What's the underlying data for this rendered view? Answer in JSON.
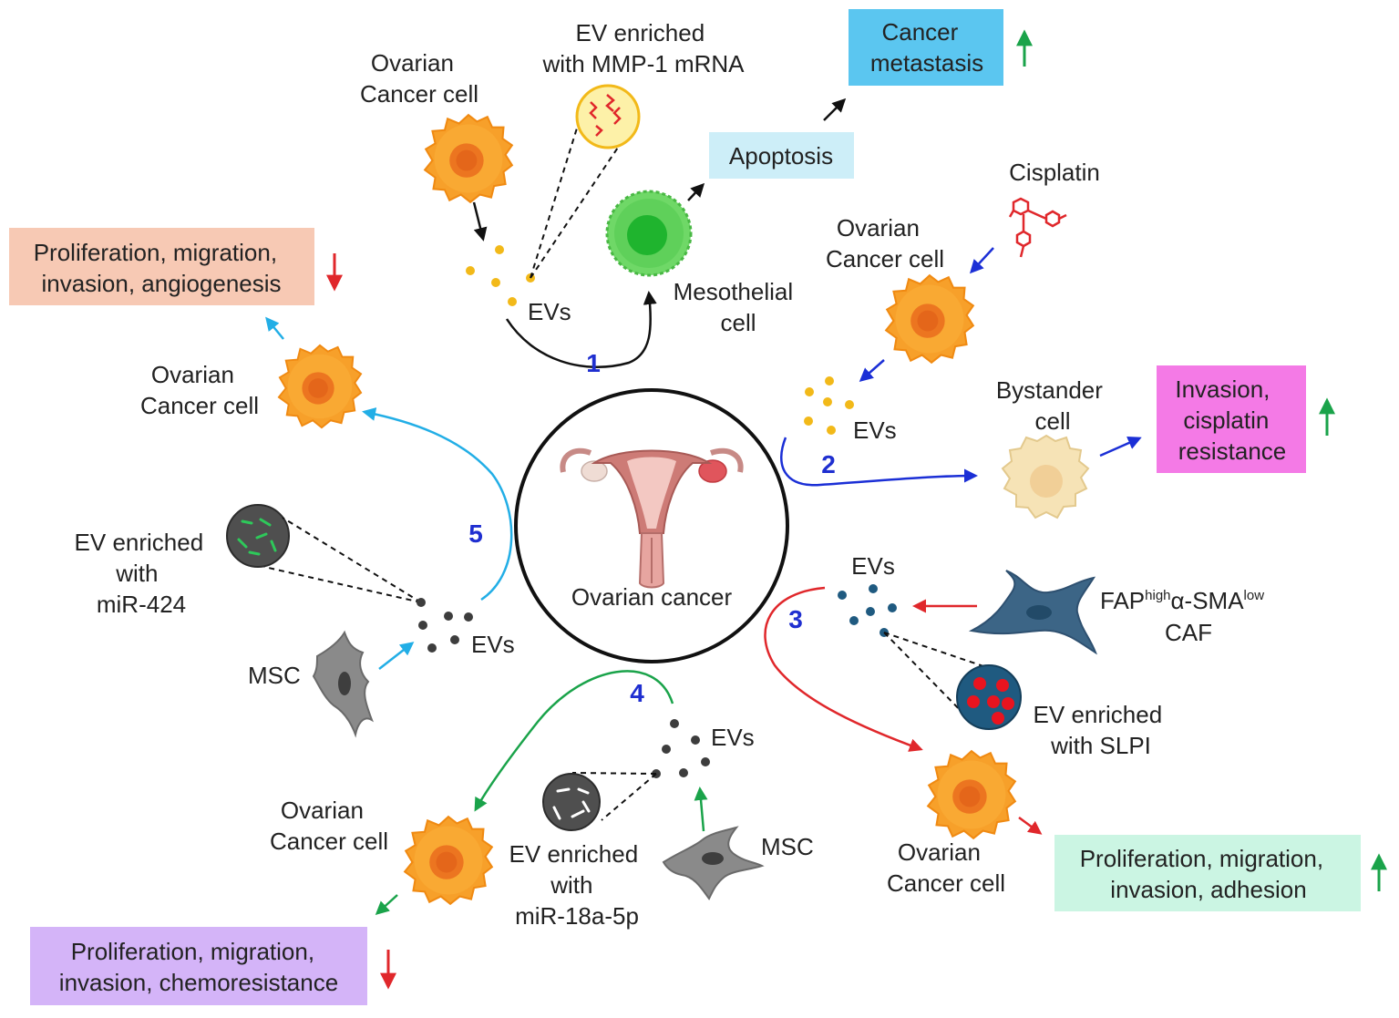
{
  "center": {
    "label": "Ovarian cancer"
  },
  "labels": {
    "ovarian_cancer_cell": [
      "Ovarian",
      "Cancer cell"
    ],
    "evs": "EVs",
    "mesothelial_cell": [
      "Mesothelial",
      "cell"
    ],
    "cisplatin": "Cisplatin",
    "bystander_cell": [
      "Bystander",
      "cell"
    ],
    "caf": {
      "fap": "FAP",
      "high": "high",
      "asma": "α-SMA",
      "low": "low",
      "caf": "CAF"
    },
    "msc": "MSC",
    "ev_mmp1": [
      "EV enriched",
      "with MMP-1 mRNA"
    ],
    "ev_slpi": [
      "EV enriched",
      "with SLPI"
    ],
    "ev_mir18a": [
      "EV enriched",
      "with",
      "miR-18a-5p"
    ],
    "ev_mir424": [
      "EV enriched",
      "with",
      "miR-424"
    ]
  },
  "numbers": [
    "1",
    "2",
    "3",
    "4",
    "5"
  ],
  "outcomes": {
    "metastasis": {
      "lines": [
        "Cancer",
        "metastasis"
      ],
      "color": "#5bc6f0",
      "trend": "up"
    },
    "apoptosis": {
      "lines": [
        "Apoptosis"
      ],
      "color": "#cdeef8"
    },
    "invasion_cisplatin": {
      "lines": [
        "Invasion,",
        "cisplatin",
        "resistance"
      ],
      "color": "#f47ae6",
      "trend": "up"
    },
    "prolif_adhesion": {
      "lines": [
        "Proliferation, migration,",
        "invasion, adhesion"
      ],
      "color": "#cbf5e3",
      "trend": "up"
    },
    "prolif_chemo": {
      "lines": [
        "Proliferation, migration,",
        "invasion, chemoresistance"
      ],
      "color": "#d4b4f8",
      "trend": "down"
    },
    "prolif_angio": {
      "lines": [
        "Proliferation, migration,",
        "invasion, angiogenesis"
      ],
      "color": "#f7c9b4",
      "trend": "down"
    }
  },
  "colors": {
    "path1": "#111111",
    "path2": "#1b2fd6",
    "path3": "#e0272b",
    "path4": "#1aa34a",
    "path5": "#22aee6",
    "up": "#1aa34a",
    "down": "#e0272b",
    "cancer_cell": "#f7a02a",
    "cancer_nucleus": "#ee7a1e",
    "mesothelial": "#5fd05a",
    "bystander": "#f6e3b6",
    "caf": "#3c6586",
    "msc": "#8a8a8a",
    "ev_yellow": "#f2b919",
    "ev_dark": "#3a4a55",
    "ev_blue": "#1f5a80"
  },
  "icons": {
    "cancer_cell": "spiky-orange-cell-icon",
    "uterus": "uterus-illustration-icon",
    "cisplatin": "molecule-icon",
    "trend_up": "up-arrow-icon",
    "trend_down": "down-arrow-icon"
  }
}
